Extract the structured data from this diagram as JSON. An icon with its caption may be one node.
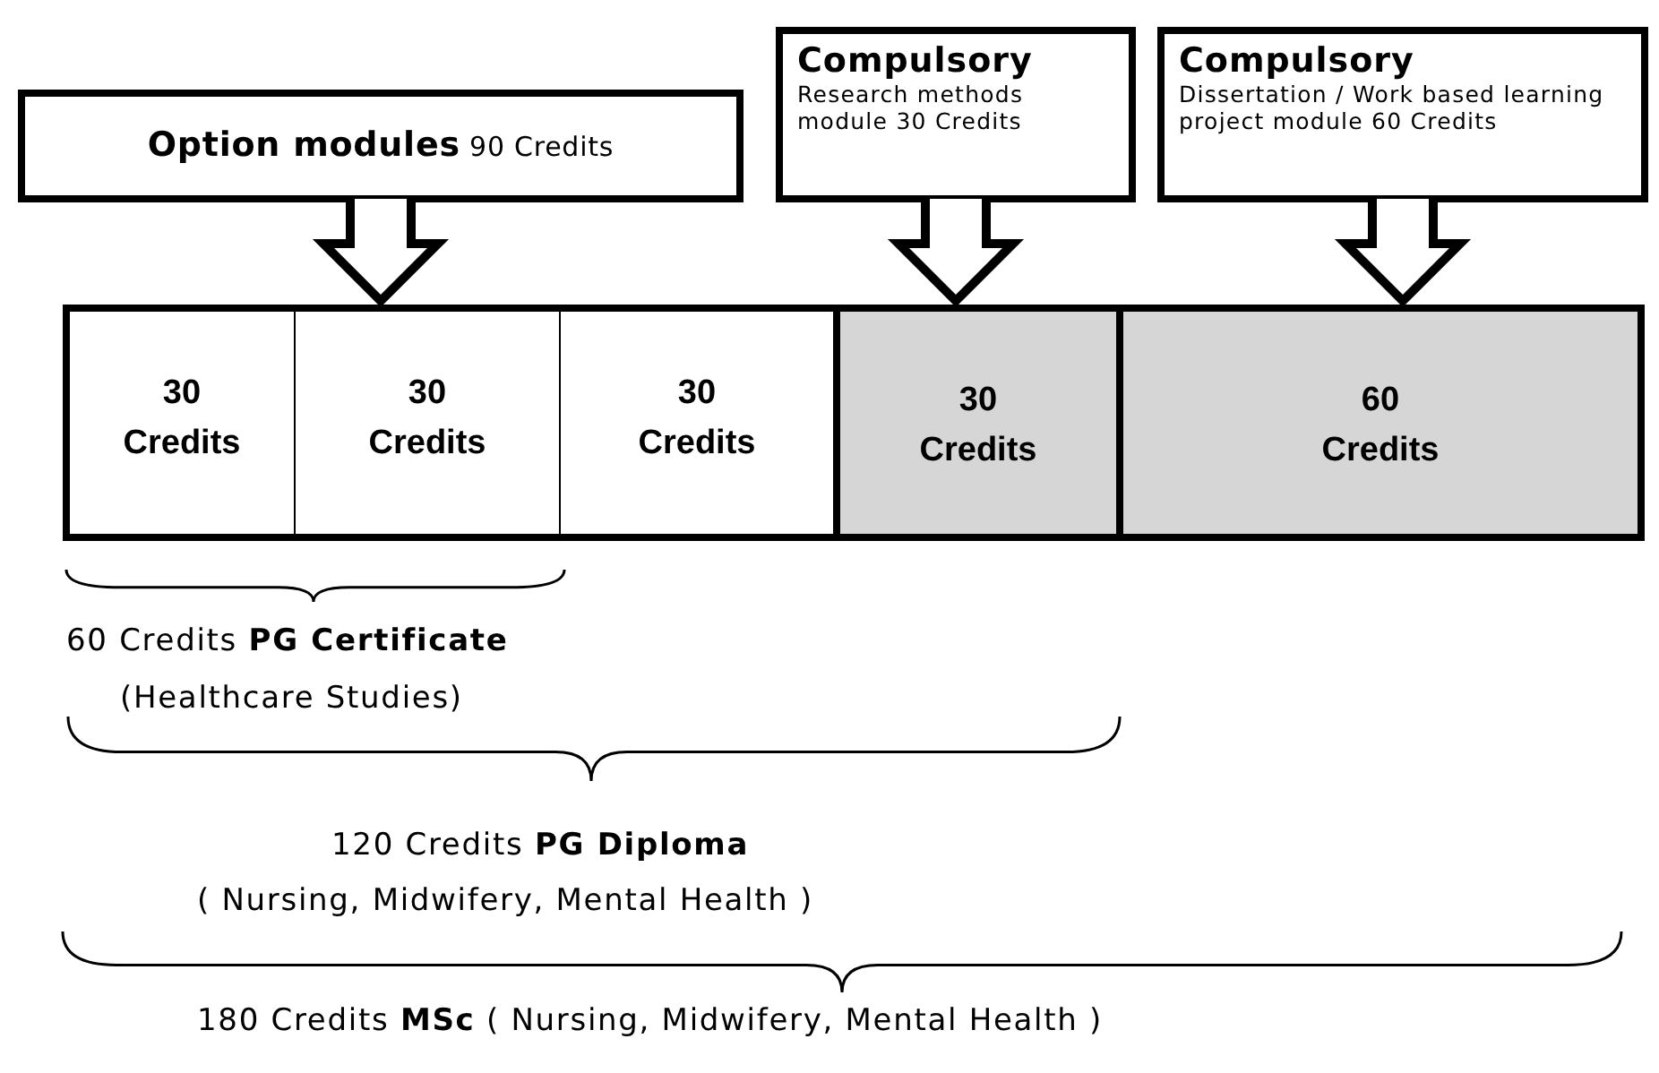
{
  "diagram": {
    "nodes": [
      {
        "text": [
          "**Option modules** 90 Credits"
        ]
      },
      {
        "text": [
          "Compulsory",
          "Research methods module 30 Credits"
        ]
      },
      {
        "text": [
          "Compulsory",
          "Dissertation / Work based learning project module 60 Credits"
        ]
      },
      {
        "text": [
          "30 Credits"
        ]
      },
      {
        "text": [
          "30 Credits"
        ]
      },
      {
        "text": [
          "30 Credits"
        ]
      },
      {
        "text": [
          "30 Credits"
        ]
      },
      {
        "text": [
          "60 Credits"
        ]
      }
    ],
    "edges": [
      {
        "from": 0,
        "to": 4,
        "arrow": "to"
      },
      {
        "from": 1,
        "to": 6,
        "arrow": "to"
      },
      {
        "from": 2,
        "to": 7,
        "arrow": "to"
      }
    ],
    "labels": [
      "60 Credits **PG Certificate**",
      "(Healthcare Studies)",
      "120 Credits **PG Diploma**",
      "( Nursing, Midwifery, Mental Health )",
      "180 Credits **MSc** ( Nursing, Midwifery, Mental Health )"
    ]
  }
}
